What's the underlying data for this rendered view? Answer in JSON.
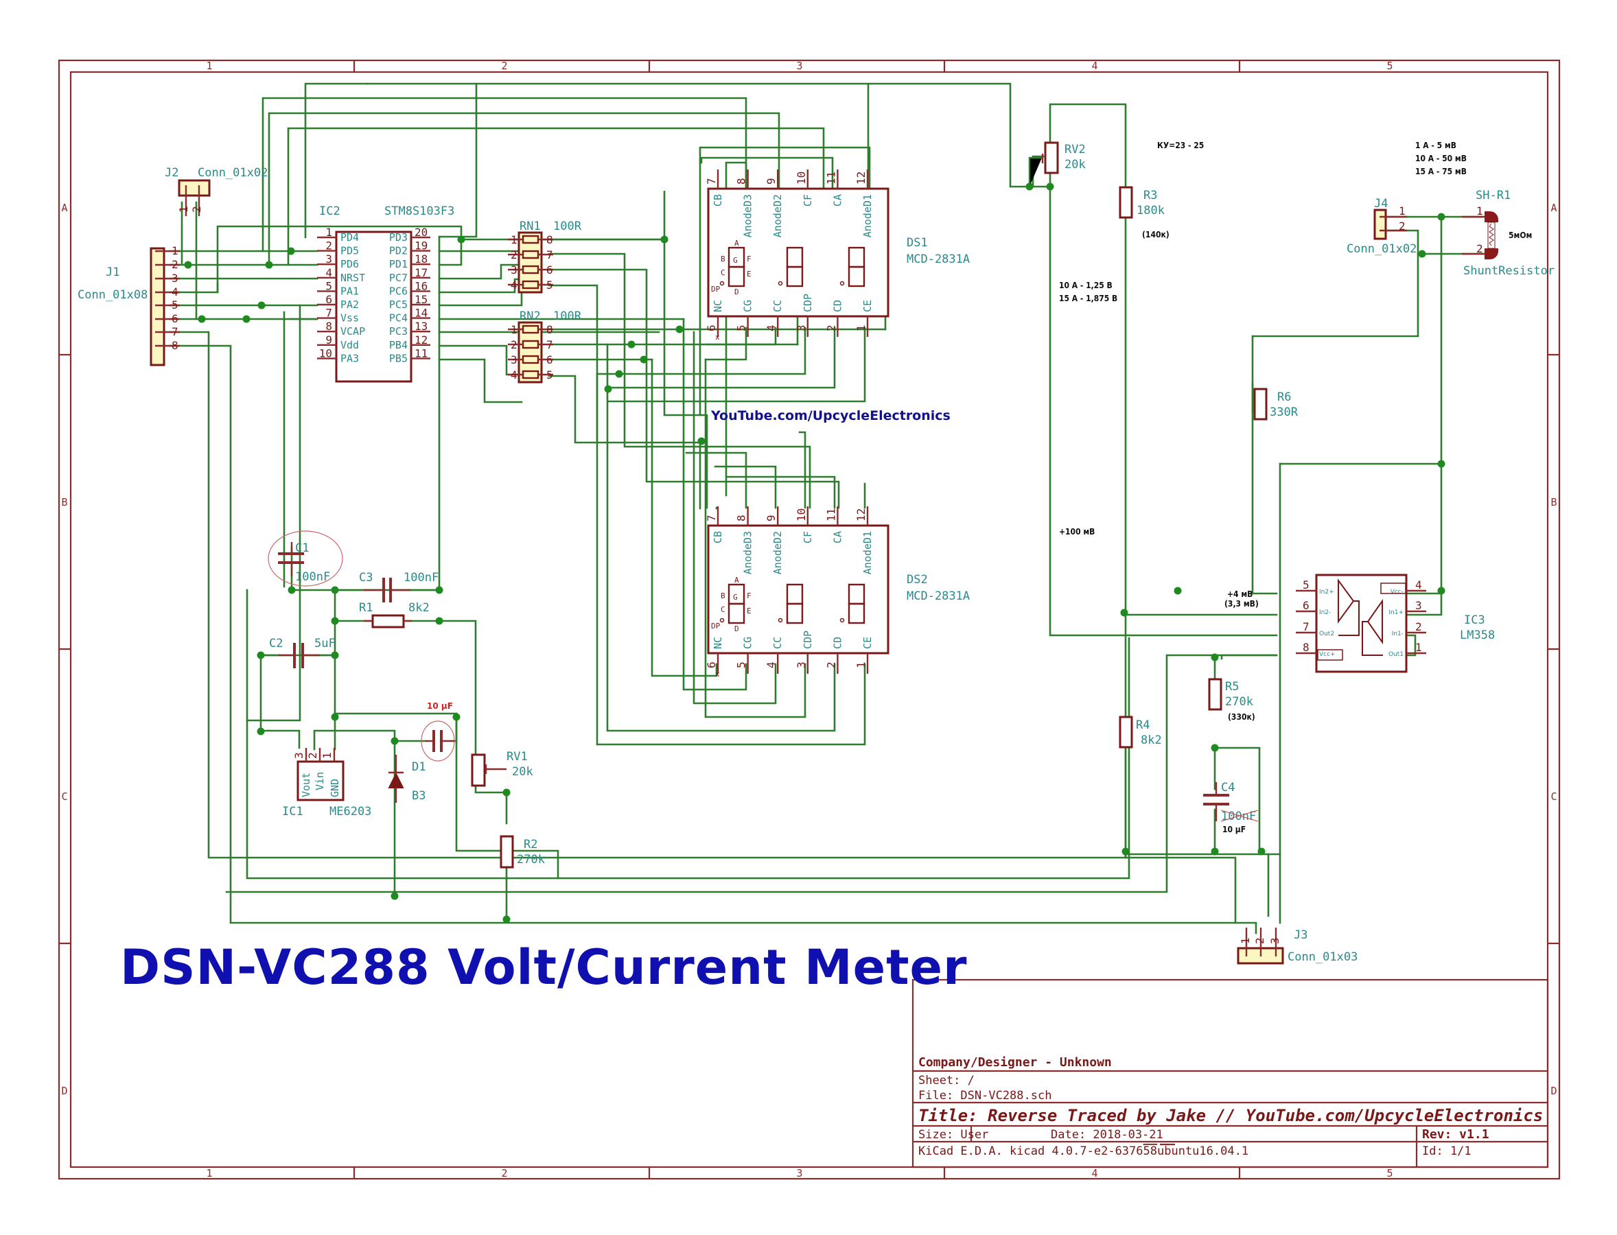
{
  "sheet": {
    "column_markers": [
      "1",
      "2",
      "3",
      "4",
      "5"
    ],
    "row_markers": [
      "A",
      "B",
      "C",
      "D"
    ]
  },
  "headline": "DSN-VC288 Volt/Current Meter",
  "watermark_link": "YouTube.com/UpcycleElectronics",
  "title_block": {
    "company": "Company/Designer - Unknown",
    "sheet": "Sheet: /",
    "file": "File: DSN-VC288.sch",
    "title": "Title: Reverse Traced by Jake // YouTube.com/UpcycleElectronics",
    "size": "Size: User",
    "date": "Date: 2018-03-21",
    "rev": "Rev: v1.1",
    "tool": "KiCad E.D.A.  kicad 4.0.7-e2-6376",
    "tool_overline": "58",
    "tool_tail": "ubuntu16.04.1",
    "id": "Id: 1/1"
  },
  "components": {
    "J1": {
      "ref": "J1",
      "value": "Conn_01x08",
      "pins": [
        "1",
        "2",
        "3",
        "4",
        "5",
        "6",
        "7",
        "8"
      ]
    },
    "J2": {
      "ref": "J2",
      "value": "Conn_01x02",
      "pins": [
        "1",
        "2"
      ]
    },
    "J3": {
      "ref": "J3",
      "value": "Conn_01x03",
      "pins": [
        "1",
        "2",
        "3"
      ]
    },
    "J4": {
      "ref": "J4",
      "value": "Conn_01x02",
      "pins": [
        "1",
        "2"
      ]
    },
    "IC2": {
      "ref": "IC2",
      "value": "STM8S103F3",
      "left_pins": [
        {
          "num": "1",
          "name": "PD4"
        },
        {
          "num": "2",
          "name": "PD5"
        },
        {
          "num": "3",
          "name": "PD6"
        },
        {
          "num": "4",
          "name": "NRST"
        },
        {
          "num": "5",
          "name": "PA1"
        },
        {
          "num": "6",
          "name": "PA2"
        },
        {
          "num": "7",
          "name": "Vss"
        },
        {
          "num": "8",
          "name": "VCAP"
        },
        {
          "num": "9",
          "name": "Vdd"
        },
        {
          "num": "10",
          "name": "PA3"
        }
      ],
      "right_pins": [
        {
          "num": "20",
          "name": "PD3"
        },
        {
          "num": "19",
          "name": "PD2"
        },
        {
          "num": "18",
          "name": "PD1"
        },
        {
          "num": "17",
          "name": "PC7"
        },
        {
          "num": "16",
          "name": "PC6"
        },
        {
          "num": "15",
          "name": "PC5"
        },
        {
          "num": "14",
          "name": "PC4"
        },
        {
          "num": "13",
          "name": "PC3"
        },
        {
          "num": "12",
          "name": "PB4"
        },
        {
          "num": "11",
          "name": "PB5"
        }
      ]
    },
    "RN1": {
      "ref": "RN1",
      "value": "100R",
      "left_pins": [
        "1",
        "2",
        "3",
        "4"
      ],
      "right_pins": [
        "8",
        "7",
        "6",
        "5"
      ]
    },
    "RN2": {
      "ref": "RN2",
      "value": "100R",
      "left_pins": [
        "1",
        "2",
        "3",
        "4"
      ],
      "right_pins": [
        "8",
        "7",
        "6",
        "5"
      ]
    },
    "DS1": {
      "ref": "DS1",
      "value": "MCD-2831A",
      "top_pins": [
        {
          "num": "7",
          "name": "CB"
        },
        {
          "num": "8",
          "name": "AnodeD3"
        },
        {
          "num": "9",
          "name": "AnodeD2"
        },
        {
          "num": "10",
          "name": "CF"
        },
        {
          "num": "11",
          "name": "CA"
        },
        {
          "num": "12",
          "name": "AnodeD1"
        }
      ],
      "bottom_pins": [
        {
          "num": "6",
          "name": "NC"
        },
        {
          "num": "5",
          "name": "CG"
        },
        {
          "num": "4",
          "name": "CC"
        },
        {
          "num": "3",
          "name": "CDP"
        },
        {
          "num": "2",
          "name": "CD"
        },
        {
          "num": "1",
          "name": "CE"
        }
      ],
      "segment_labels": [
        "A",
        "B",
        "G",
        "F",
        "C",
        "E",
        "DP",
        "D"
      ]
    },
    "DS2": {
      "ref": "DS2",
      "value": "MCD-2831A",
      "top_pins": [
        {
          "num": "7",
          "name": "CB"
        },
        {
          "num": "8",
          "name": "AnodeD3"
        },
        {
          "num": "9",
          "name": "AnodeD2"
        },
        {
          "num": "10",
          "name": "CF"
        },
        {
          "num": "11",
          "name": "CA"
        },
        {
          "num": "12",
          "name": "AnodeD1"
        }
      ],
      "bottom_pins": [
        {
          "num": "6",
          "name": "NC"
        },
        {
          "num": "5",
          "name": "CG"
        },
        {
          "num": "4",
          "name": "CC"
        },
        {
          "num": "3",
          "name": "CDP"
        },
        {
          "num": "2",
          "name": "CD"
        },
        {
          "num": "1",
          "name": "CE"
        }
      ],
      "segment_labels": [
        "A",
        "B",
        "G",
        "F",
        "C",
        "E",
        "DP",
        "D"
      ]
    },
    "C1": {
      "ref": "C1",
      "value": "100nF"
    },
    "C2": {
      "ref": "C2",
      "value": "5uF"
    },
    "C3": {
      "ref": "C3",
      "value": "100nF"
    },
    "C4": {
      "ref": "C4",
      "value": "100nF",
      "value_struck": true,
      "replacement": "10 µF"
    },
    "R1": {
      "ref": "R1",
      "value": "8k2"
    },
    "R2": {
      "ref": "R2",
      "value": "270k"
    },
    "R3": {
      "ref": "R3",
      "value": "180k",
      "note": "(140к)"
    },
    "R4": {
      "ref": "R4",
      "value": "8k2"
    },
    "R5": {
      "ref": "R5",
      "value": "270k",
      "note": "(330к)"
    },
    "R6": {
      "ref": "R6",
      "value": "330R"
    },
    "RV1": {
      "ref": "RV1",
      "value": "20k"
    },
    "RV2": {
      "ref": "RV2",
      "value": "20k"
    },
    "D1": {
      "ref": "D1",
      "value": "B3"
    },
    "IC1": {
      "ref": "IC1",
      "value": "ME6203",
      "pins": [
        {
          "num": "3",
          "name": "Vout"
        },
        {
          "num": "2",
          "name": "Vin"
        },
        {
          "num": "1",
          "name": "GND"
        }
      ]
    },
    "IC3": {
      "ref": "IC3",
      "value": "LM358",
      "left_pins": [
        {
          "num": "5",
          "name": "In2+"
        },
        {
          "num": "6",
          "name": "In2-"
        },
        {
          "num": "7",
          "name": "Out2"
        },
        {
          "num": "8",
          "name": "Vcc+"
        }
      ],
      "right_pins": [
        {
          "num": "4",
          "name": "Vcc-"
        },
        {
          "num": "3",
          "name": "In1+"
        },
        {
          "num": "2",
          "name": "In1-"
        },
        {
          "num": "1",
          "name": "Out1"
        }
      ]
    },
    "SH_R1": {
      "ref": "SH-R1",
      "value": "ShuntResistor",
      "note": "5мОм",
      "pins": [
        "1",
        "2"
      ]
    }
  },
  "annotations": {
    "added_cap": "10 µF",
    "gain": "КУ=23 - 25",
    "shunt_table": [
      "1 A - 5 мВ",
      "10 A - 50 мВ",
      "15 A - 75 мВ"
    ],
    "out_table": [
      "10 A - 1,25 В",
      "15 A - 1,875 В"
    ],
    "offset": "+100 мВ",
    "in_offset": [
      "+4 мВ",
      "(3,3 мВ)"
    ]
  }
}
